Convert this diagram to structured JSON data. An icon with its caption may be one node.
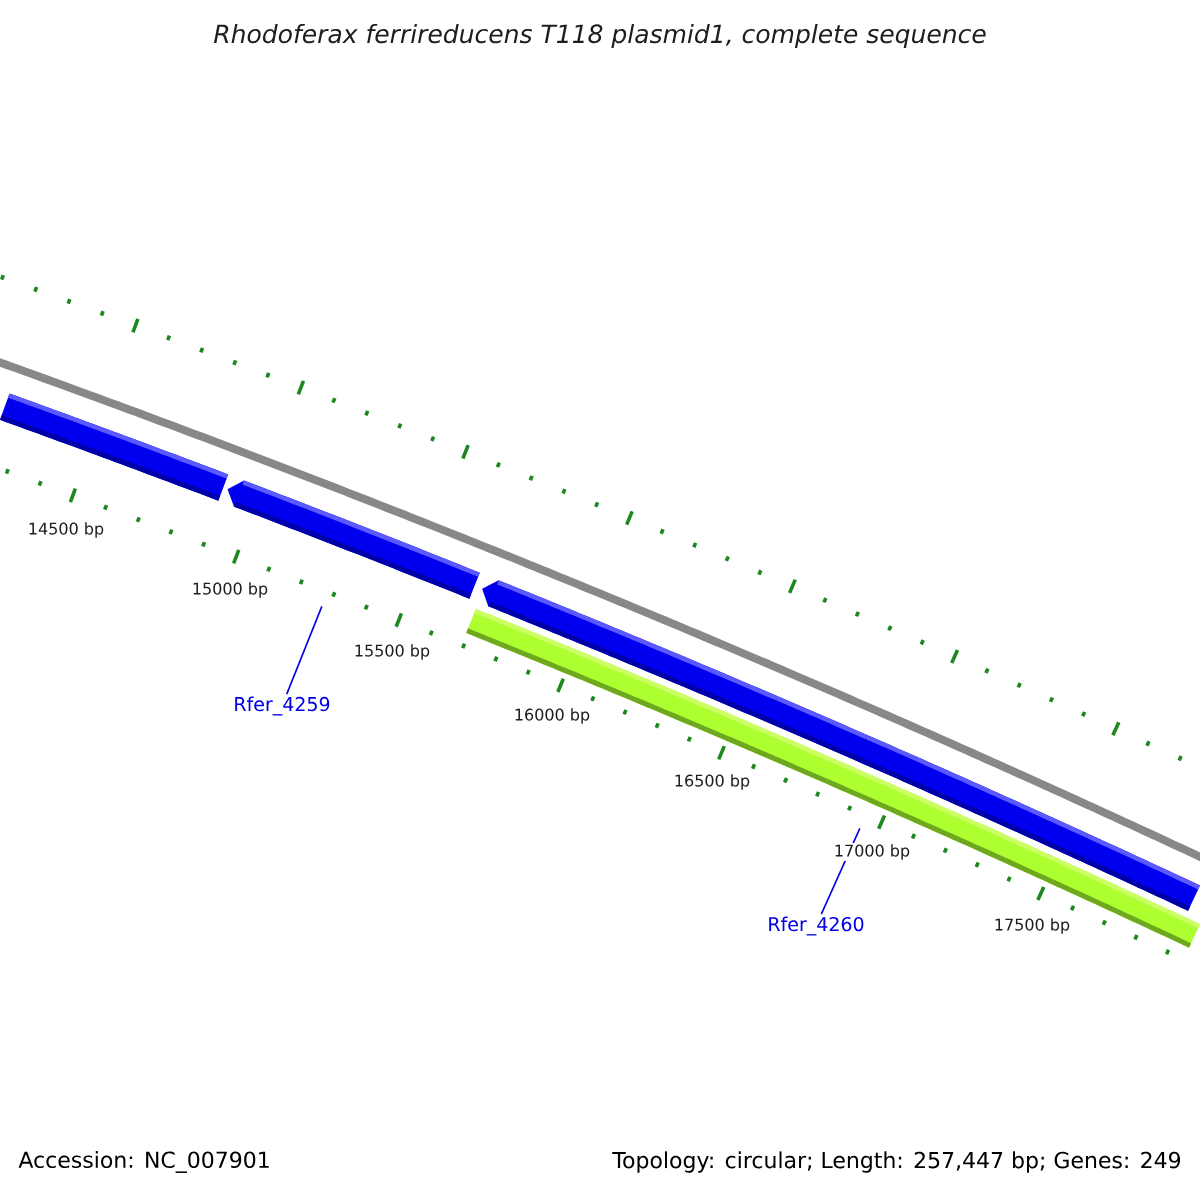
{
  "diagram": {
    "title": "Rhodoferax ferrireducens T118 plasmid1, complete sequence",
    "nodes": [
      {
        "text": [],
        "shape": "bar"
      },
      {
        "text": [],
        "shape": "bar"
      },
      {
        "text": [],
        "shape": "bar"
      },
      {
        "text": [],
        "shape": "bar"
      },
      {
        "text": [
          "Rfer_4259"
        ]
      },
      {
        "text": [
          "Rfer_4260"
        ]
      }
    ],
    "edges": [
      {
        "from": 4,
        "to": 1,
        "arrow": "none"
      },
      {
        "from": 5,
        "to": 3,
        "arrow": "none"
      }
    ],
    "labels": [
      "14500 bp",
      "15000 bp",
      "15500 bp",
      "16000 bp",
      "16500 bp",
      "17000 bp",
      "17500 bp",
      "Accession: NC_007901",
      "Topology: circular; Length: 257,447 bp; Genes: 249"
    ]
  }
}
